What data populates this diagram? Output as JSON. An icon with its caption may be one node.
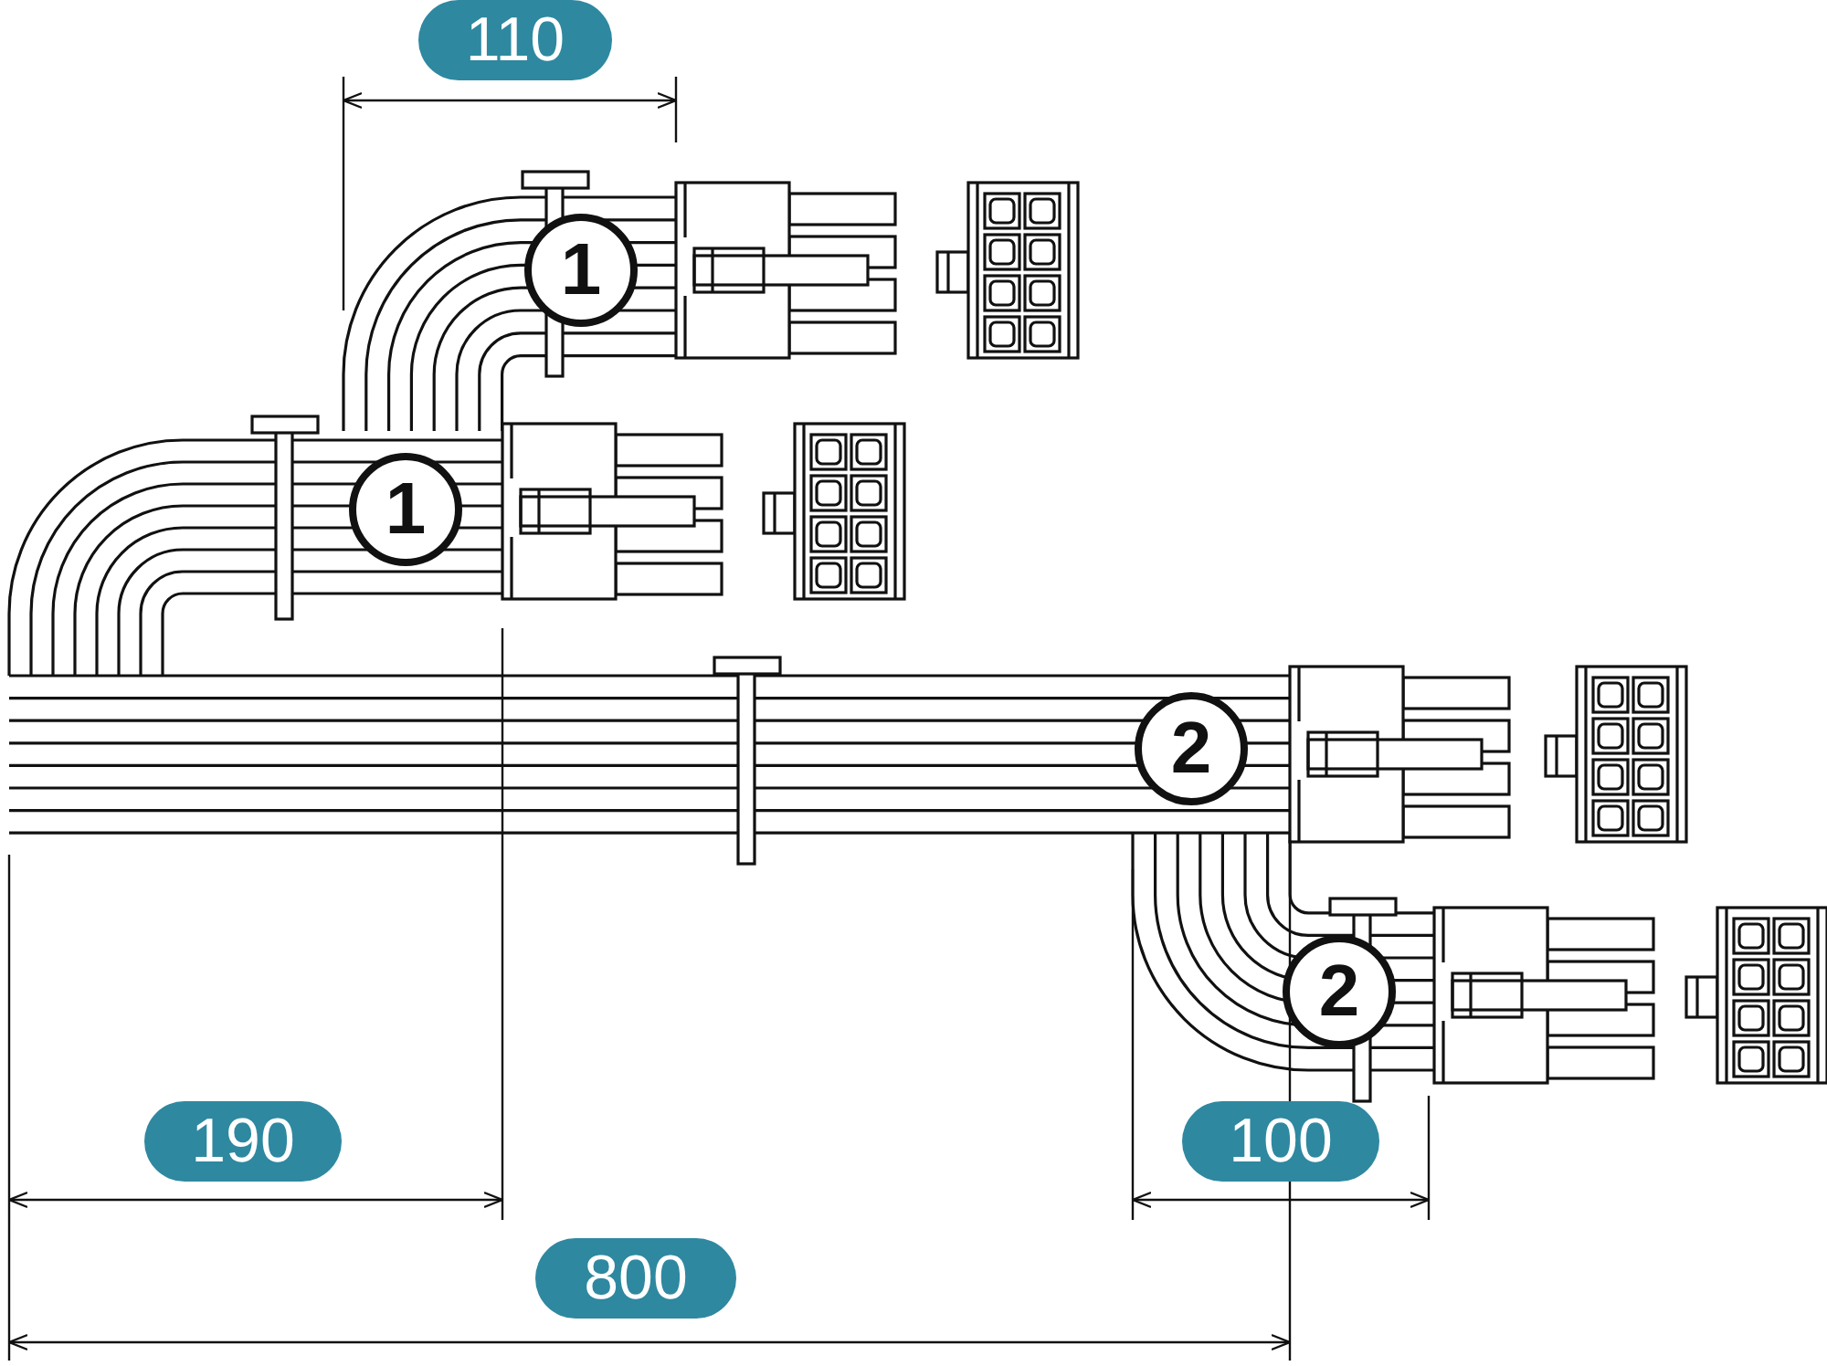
{
  "diagram": {
    "labels": [
      "110",
      "1",
      "1",
      "2",
      "2",
      "190",
      "100",
      "800"
    ]
  }
}
